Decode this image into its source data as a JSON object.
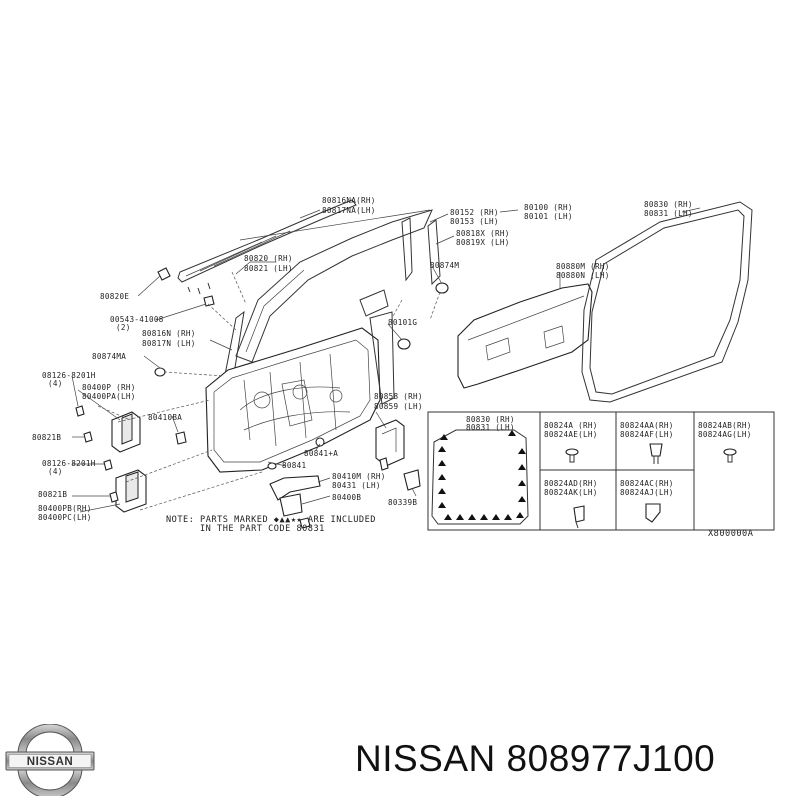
{
  "caption": {
    "brand": "NISSAN",
    "part_number": "808977J100"
  },
  "logo": {
    "text": "NISSAN",
    "icon": "nissan-logo-icon"
  },
  "diagram": {
    "ref_code": "X800000A",
    "note_line1": "NOTE: PARTS MARKED ◆▲▲★★ ARE INCLUDED",
    "note_line2": "IN THE PART CODE 80831",
    "labels": {
      "l80816na": "80816NA(RH)",
      "l80817na": "80817NA(LH)",
      "l80820": "80820 (RH)",
      "l80821": "80821 (LH)",
      "l80820e": "80820E",
      "l00543": "00543-41008",
      "l00543q": "(2)",
      "l80816n": "80816N (RH)",
      "l80817n": "80817N (LH)",
      "l80874ma": "80874MA",
      "l08126a": "08126-8201H",
      "l08126aq": "(4)",
      "l80400p": "80400P (RH)",
      "l80400pa": "80400PA(LH)",
      "l80410ba": "80410BA",
      "l80821b": "80821B",
      "l08126b": "08126-8201H",
      "l08126bq": "(4)",
      "l80821b2": "80821B",
      "l80400pb": "80400PB(RH)",
      "l80400pc": "80400PC(LH)",
      "l80841": "80841",
      "l80841a": "80841+A",
      "l80410m": "80410M (RH)",
      "l80431": "80431 (LH)",
      "l80400b": "80400B",
      "l80339b": "80339B",
      "l80858": "80858 (RH)",
      "l80859": "80859 (LH)",
      "l80101g": "80101G",
      "l80874m": "80874M",
      "l80152": "80152 (RH)",
      "l80153": "80153 (LH)",
      "l80100": "80100 (RH)",
      "l80101": "80101 (LH)",
      "l80818x": "80818X (RH)",
      "l80819x": "80819X (LH)",
      "l80880m": "80880M (RH)",
      "l80880n": "80880N (LH)",
      "l80830": "80830 (RH)",
      "l80831": "80831 (LH)",
      "l80830b": "80830 (RH)",
      "l80831b": "80831 (LH)",
      "l80824a": "80824A (RH)",
      "l80824ae": "80824AE(LH)",
      "l80824aa": "80824AA(RH)",
      "l80824af": "80824AF(LH)",
      "l80824ab": "80824AB(RH)",
      "l80824ag": "80824AG(LH)",
      "l80824ad": "80824AD(RH)",
      "l80824ak": "80824AK(LH)",
      "l80824ac": "80824AC(RH)",
      "l80824aj": "80824AJ(LH)"
    }
  }
}
